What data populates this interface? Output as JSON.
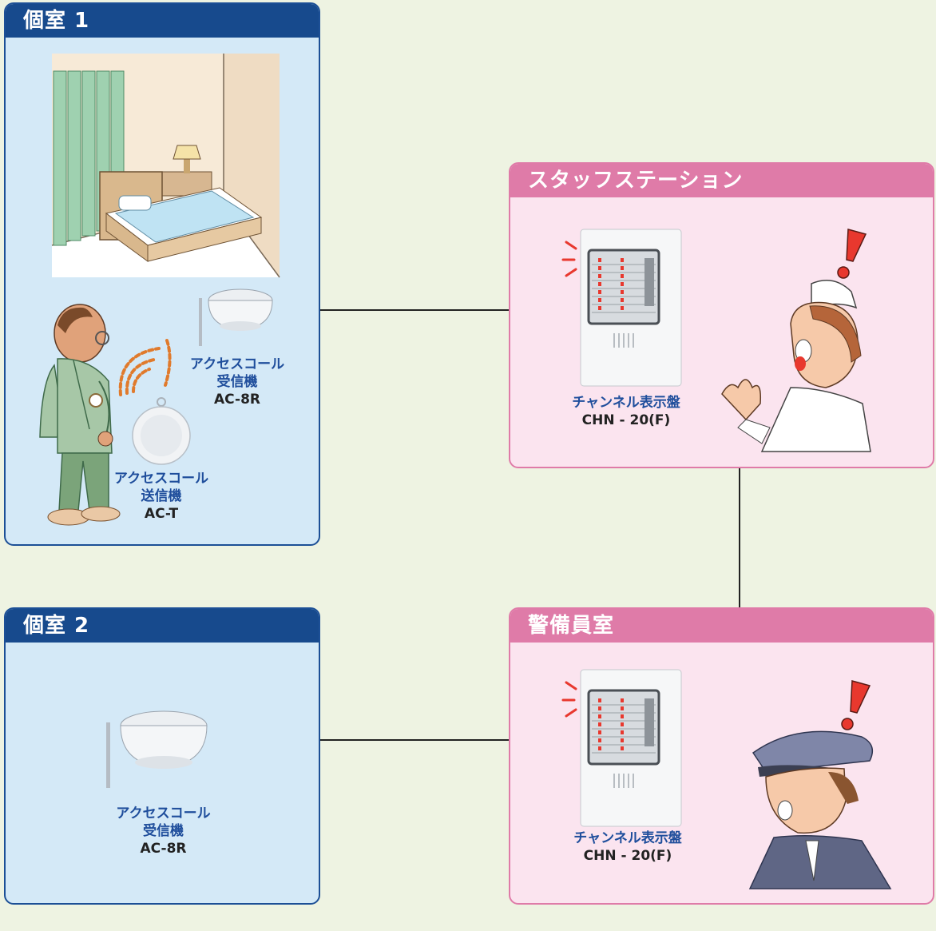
{
  "rooms": [
    {
      "title": "個室 1",
      "receiver": {
        "name_line1": "アクセスコール",
        "name_line2": "受信機",
        "model": "AC-8R"
      },
      "transmitter": {
        "name_line1": "アクセスコール",
        "name_line2": "送信機",
        "model": "AC-T"
      }
    },
    {
      "title": "個室 2",
      "receiver": {
        "name_line1": "アクセスコール",
        "name_line2": "受信機",
        "model": "AC-8R"
      }
    }
  ],
  "stations": [
    {
      "title": "スタッフステーション",
      "panel": {
        "name": "チャンネル表示盤",
        "model": "CHN - 20(F)"
      }
    },
    {
      "title": "警備員室",
      "panel": {
        "name": "チャンネル表示盤",
        "model": "CHN - 20(F)"
      }
    }
  ],
  "colors": {
    "background": "#eef3e2",
    "room_header": "#174a8d",
    "room_fill": "#d4e9f7",
    "station_header": "#df7ba8",
    "station_fill": "#fbe4ef",
    "label_blue": "#1f4e9c",
    "alert_red": "#e8382e"
  },
  "icons": [
    "bedroom-illustration",
    "receiver-icon",
    "elderly-man-illustration",
    "transmitter-icon",
    "signal-waves-icon",
    "panel-icon",
    "nurse-illustration",
    "guard-illustration",
    "exclamation-icon"
  ]
}
